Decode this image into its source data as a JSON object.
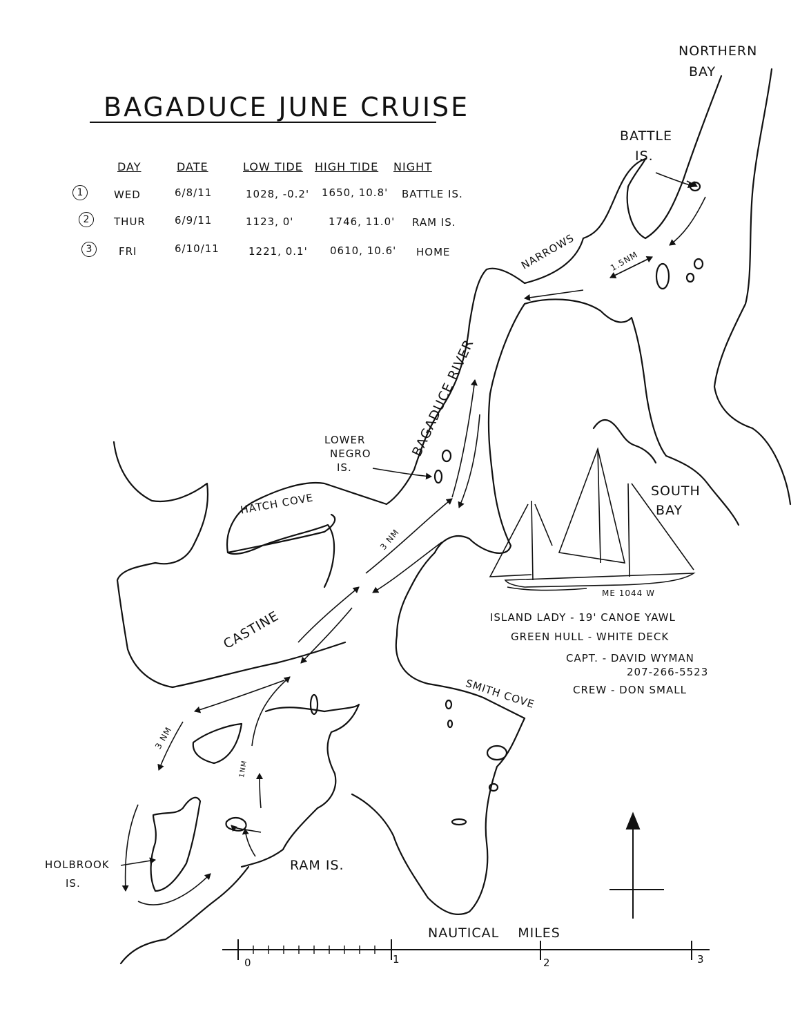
{
  "title": "BAGADUCE JUNE CRUISE",
  "schedule": {
    "headers": [
      "DAY",
      "DATE",
      "LOW TIDE",
      "HIGH TIDE",
      "NIGHT"
    ],
    "rows": [
      {
        "num": "1",
        "day": "WED",
        "date": "6/8/11",
        "low": "1028, -0.2'",
        "high": "1650, 10.8'",
        "night": "BATTLE IS."
      },
      {
        "num": "2",
        "day": "THUR",
        "date": "6/9/11",
        "low": "1123, 0'",
        "high": "1746, 11.0'",
        "night": "RAM IS."
      },
      {
        "num": "3",
        "day": "FRI",
        "date": "6/10/11",
        "low": "1221, 0.1'",
        "high": "0610, 10.6'",
        "night": "HOME"
      }
    ]
  },
  "places": {
    "northern_bay_1": "NORTHERN",
    "northern_bay_2": "BAY",
    "battle_is_1": "BATTLE",
    "battle_is_2": "IS.",
    "narrows": "NARROWS",
    "bagaduce_river": "BAGADUCE RIVER",
    "lower_negro_1": "LOWER",
    "lower_negro_2": "NEGRO",
    "lower_negro_3": "IS.",
    "hatch_cove": "HATCH COVE",
    "castine": "CASTINE",
    "south_bay_1": "SOUTH",
    "south_bay_2": "BAY",
    "smith_cove": "SMITH COVE",
    "holbrook_1": "HOLBROOK",
    "holbrook_2": "IS.",
    "ram_is": "RAM IS."
  },
  "distances": {
    "narrows_leg": "1.5NM",
    "river_leg": "3 NM",
    "outer_leg": "3 NM",
    "ram_leg": "1NM"
  },
  "boat": {
    "sail_number": "ME 1044 W",
    "line1": "ISLAND LADY - 19' CANOE YAWL",
    "line2": "GREEN HULL - WHITE DECK",
    "line3": "CAPT. - DAVID WYMAN",
    "line4": "207-266-5523",
    "line5": "CREW - DON SMALL"
  },
  "scale": {
    "label": "NAUTICAL MILES",
    "ticks": [
      "0",
      "1",
      "2",
      "3"
    ]
  }
}
